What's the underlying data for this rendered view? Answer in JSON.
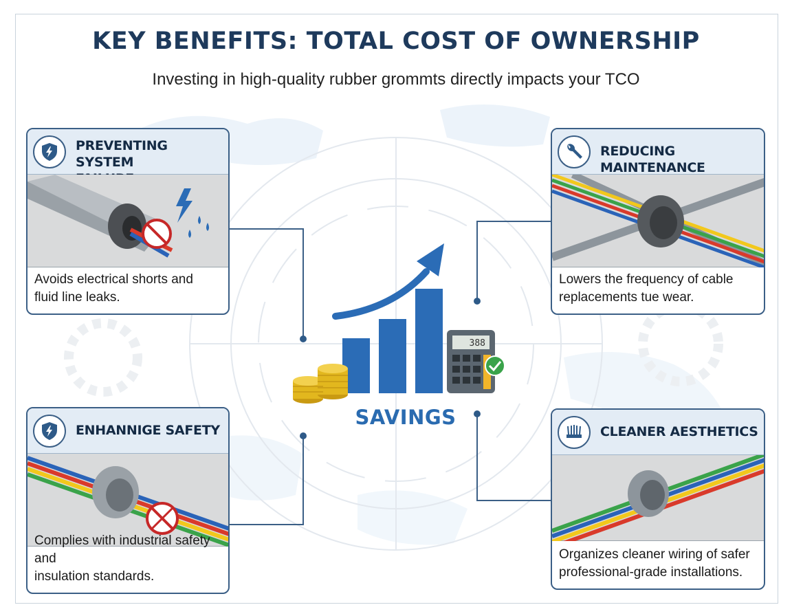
{
  "header": {
    "title": "KEY BENEFITS: TOTAL COST OF OWNERSHIP",
    "subtitle": "Investing in high-quality rubber grommts directly impacts your TCO"
  },
  "center": {
    "label": "SAVINGS",
    "calculator_display": "388",
    "icons": [
      "bar-chart-icon",
      "upward-arrow-icon",
      "coin-stack-icon",
      "calculator-icon",
      "checkmark-icon"
    ]
  },
  "cards": {
    "top_left": {
      "title_line1": "PREVENTING SYSTEM",
      "title_line2": "FAILURE",
      "text_line1": "Avoids electrical shorts and",
      "text_line2": "fluid line leaks.",
      "icon": "shield-lightning-icon"
    },
    "top_right": {
      "title": "REDUCING MAINTENANCE",
      "text_line1": "Lowers the frequency of cable",
      "text_line2": "replacements tue wear.",
      "icon": "wrench-icon"
    },
    "bottom_left": {
      "title": "ENHANNIGE SAFETY",
      "text_line1": "Complies with industrial safety and",
      "text_line2": "insulation standards.",
      "icon": "shield-lightning-icon"
    },
    "bottom_right": {
      "title": "CLEANER AESTHETICS",
      "text_line1": "Organizes cleaner wiring of safer",
      "text_line2": "professional-grade installations.",
      "icon": "cable-bundle-icon"
    }
  },
  "colors": {
    "navy": "#1e3a5c",
    "border_blue": "#3b5f86",
    "savings_blue": "#2a6bb0",
    "gold": "#e2b71e",
    "wire_red": "#d93a2b",
    "wire_green": "#3aa34a",
    "wire_yellow": "#f2c81c",
    "wire_blue": "#2a63b8"
  }
}
